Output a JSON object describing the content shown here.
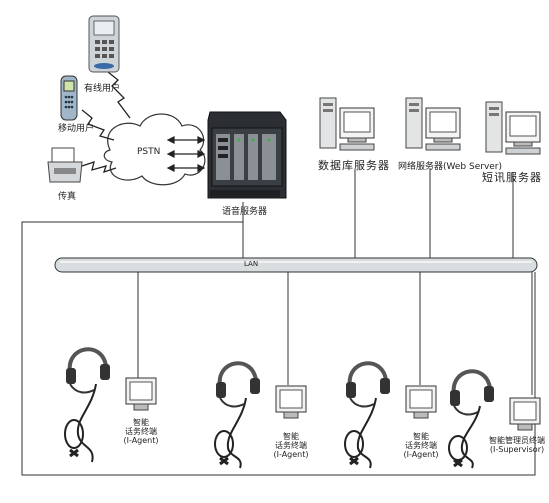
{
  "labels": {
    "landline": "有线用户",
    "mobile": "移动用户",
    "fax": "传真",
    "pstn": "PSTN",
    "voice_server": "语音服务器",
    "db_server": "数据库服务器",
    "web_server": "网络服务器(Web Server)",
    "sms_server": "短讯服务器",
    "lan": "LAN"
  },
  "agents": [
    {
      "line1": "智能",
      "line2": "话务终端",
      "line3": "(I-Agent)"
    },
    {
      "line1": "智能",
      "line2": "话务终端",
      "line3": "(I-Agent)"
    },
    {
      "line1": "智能",
      "line2": "话务终端",
      "line3": "(I-Agent)"
    },
    {
      "line1": "智能管理员终端",
      "line2": "",
      "line3": "(I-Supervisor)"
    }
  ],
  "colors": {
    "line": "#333333",
    "lan_fill": "#d8dde0",
    "server_dark": "#2b2f33"
  }
}
